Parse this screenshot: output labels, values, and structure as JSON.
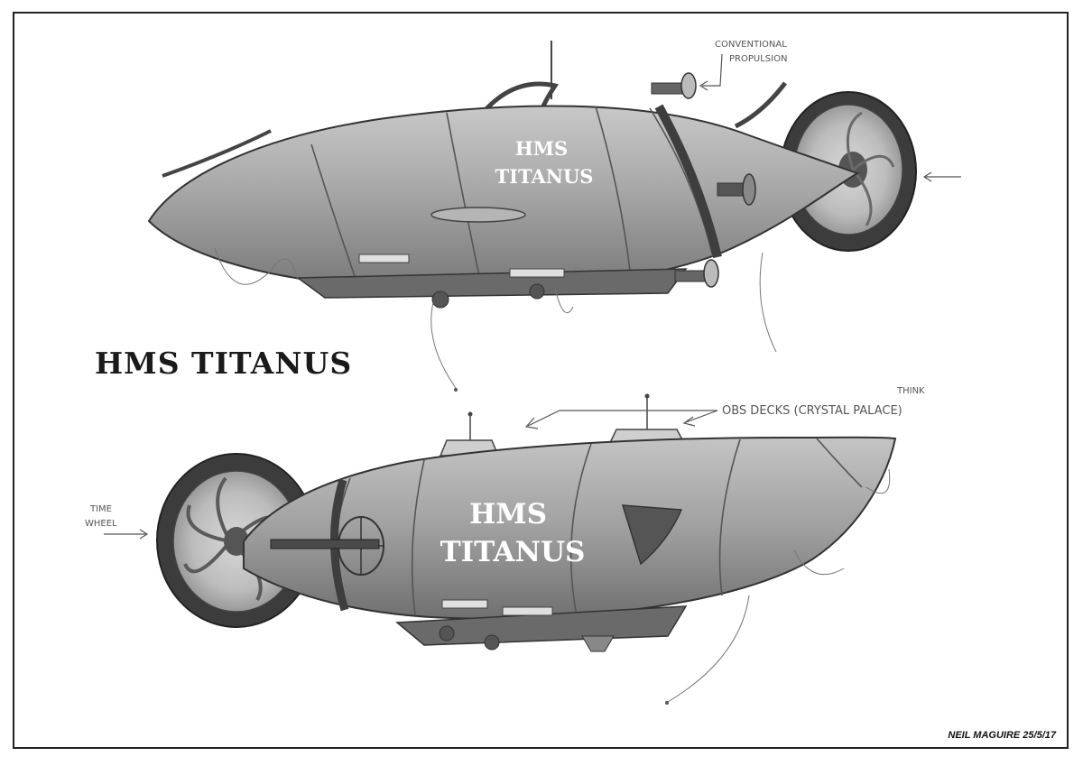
{
  "title": "HMS TITANUS",
  "signature": "NEIL MAGUIRE 25/5/17",
  "upper_ship": {
    "hull_line1": "HMS",
    "hull_line2": "TITANUS"
  },
  "lower_ship": {
    "hull_line1": "HMS",
    "hull_line2": "TITANUS"
  },
  "annotations": {
    "propulsion_line1": "CONVENTIONAL",
    "propulsion_line2": "PROPULSION",
    "think": "THINK",
    "obs_decks": "OBS DECKS (CRYSTAL PALACE)",
    "time_wheel_line1": "TIME",
    "time_wheel_line2": "WHEEL"
  },
  "colors": {
    "hull": "#a9a9a9",
    "hull_dark": "#6e6e6e",
    "line": "#333333",
    "wheel": "#444444"
  }
}
